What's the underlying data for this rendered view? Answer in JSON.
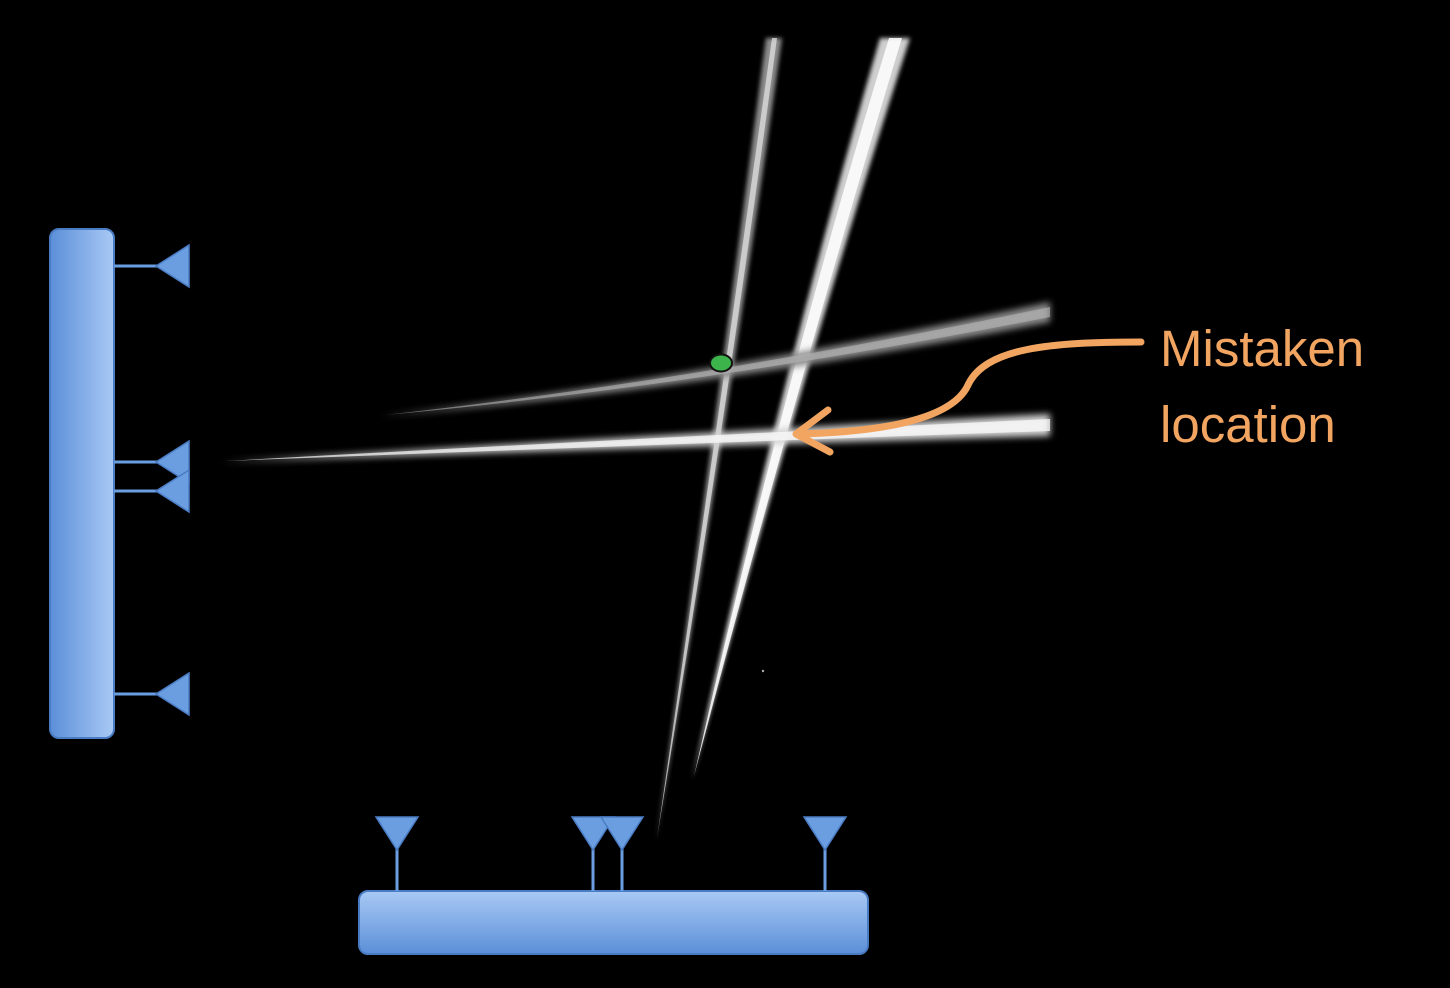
{
  "annotation": {
    "label_line1": "Mistaken",
    "label_line2": "location"
  },
  "colors": {
    "background": "#000000",
    "antenna_bar_light": "#a9c9f5",
    "antenna_bar_dark": "#5b8fd8",
    "antenna_stroke": "#4a7cc4",
    "antenna_triangle": "#6a9ee0",
    "beam": "#ffffff",
    "annotation": "#f2a561",
    "true_location_marker": "#3cb44b"
  },
  "icons": {
    "antenna_triangles": "triangle-antenna-icon",
    "true_location": "green-dot-marker",
    "arrow": "curved-arrow-icon"
  },
  "diagram": {
    "vertical_array_antennas": 4,
    "horizontal_array_antennas": 4
  }
}
